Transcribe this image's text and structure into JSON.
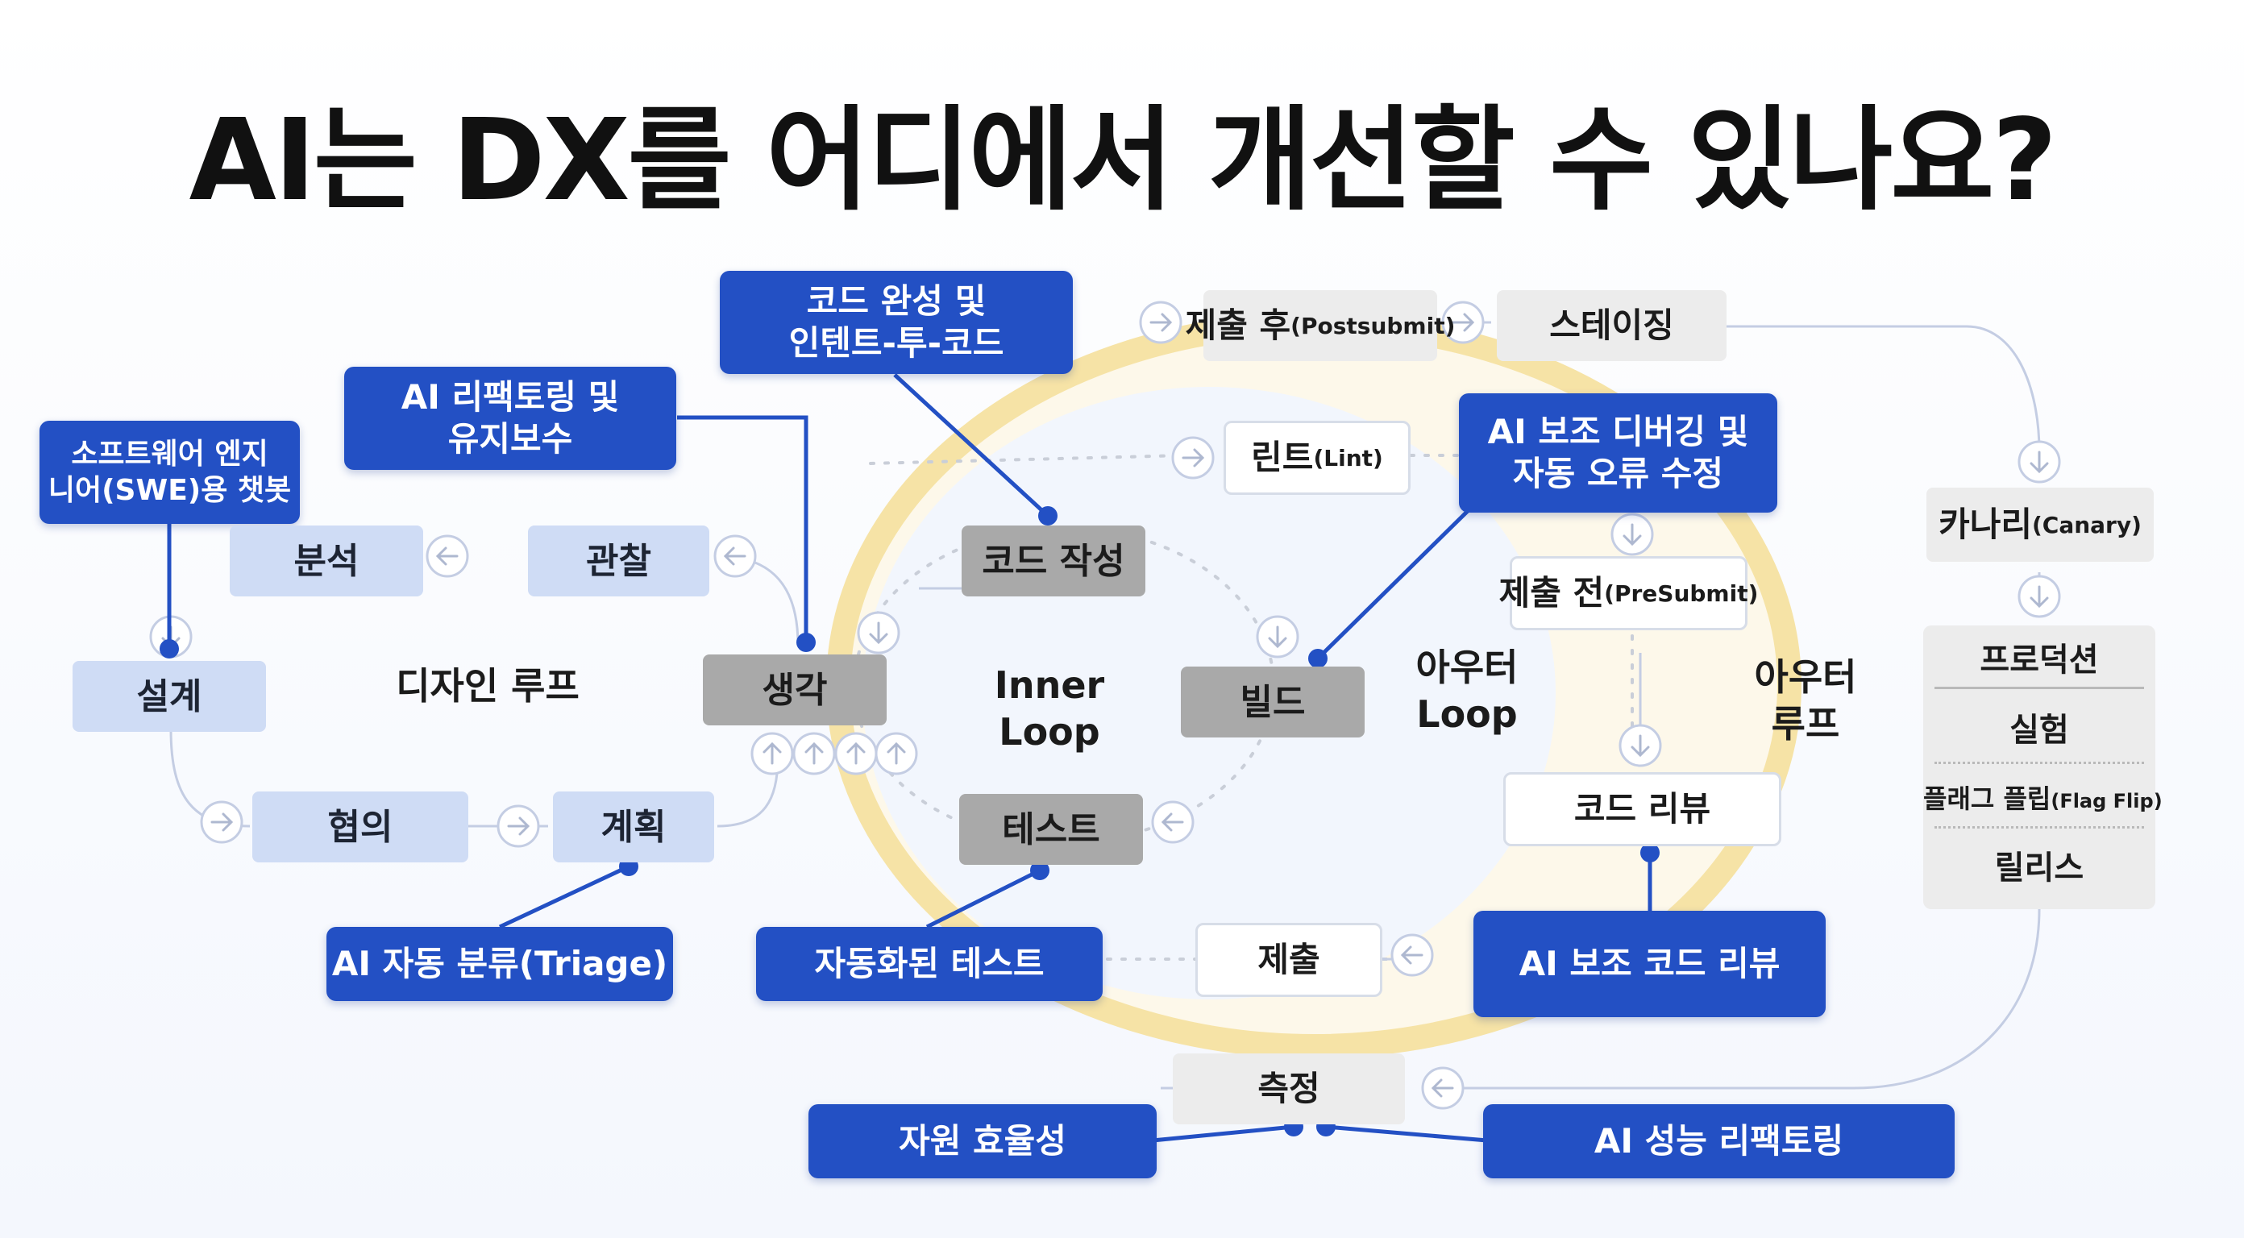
{
  "title": "AI는 DX를 어디에서 개선할 수 있나요?",
  "nodes": {
    "code_complete_ai": "코드 완성 및\n인텐트-투-코드",
    "refactor_ai": "AI 리팩토링 및\n유지보수",
    "swe_chatbot_ai": "소프트웨어 엔지\n니어(SWE)용 챗봇",
    "analysis": "분석",
    "observe": "관찰",
    "design": "설계",
    "design_loop": "디자인 루프",
    "think": "생각",
    "consult": "협의",
    "plan": "계획",
    "triage_ai": "AI 자동 분류(Triage)",
    "write_code": "코드 작성",
    "inner_loop": "Inner\nLoop",
    "build": "빌드",
    "test": "테스트",
    "auto_test_ai": "자동화된 테스트",
    "submit": "제출",
    "measure": "측정",
    "resource_eff_ai": "자원 효율성",
    "perf_refactor_ai": "AI 성능 리팩토링",
    "postsubmit_main": "제출 후",
    "postsubmit_sub": "(Postsubmit)",
    "staging": "스테이징",
    "lint_main": "린트",
    "lint_sub": "(Lint)",
    "debug_ai": "AI 보조 디버깅 및\n자동 오류 수정",
    "presubmit_main": "제출 전",
    "presubmit_sub": "(PreSubmit)",
    "outer_loop_en": "아우터\nLoop",
    "outer_loop_kr": "아우터\n루프",
    "code_review": "코드 리뷰",
    "code_review_ai": "AI 보조 코드 리뷰",
    "canary_main": "카나리",
    "canary_sub": "(Canary)",
    "production": "프로덕션",
    "experiment": "실험",
    "flag_flip_main": "플래그 플립",
    "flag_flip_sub": "(Flag Flip)",
    "release": "릴리스"
  },
  "colors": {
    "ai_box": "#2350c4",
    "design_box": "#cfdcf5",
    "gray_box": "#a9a9a9",
    "outer_ring": "#f6e3a6",
    "connector": "#2350c4",
    "flow_line": "#c4cde3"
  },
  "icons": [
    "arrow-circle-icon"
  ]
}
